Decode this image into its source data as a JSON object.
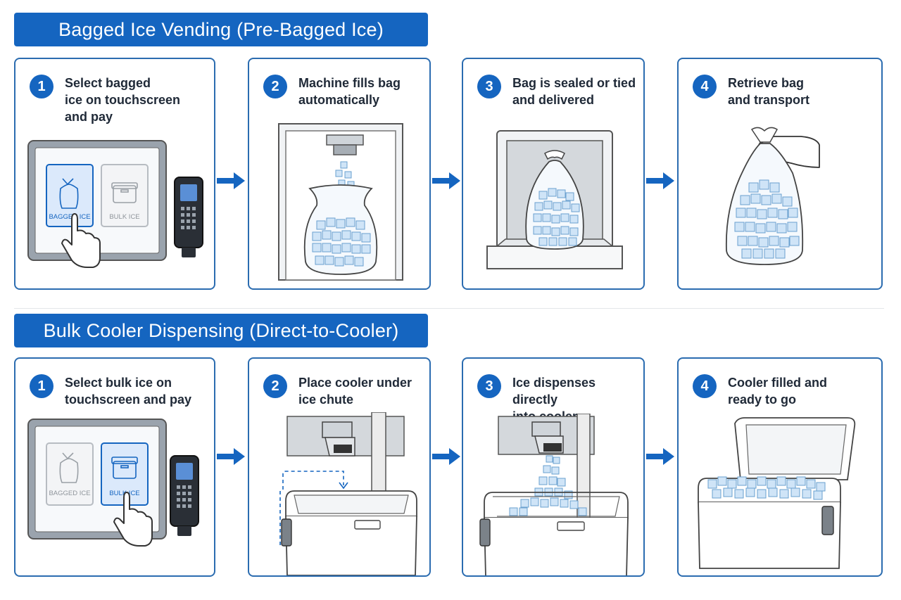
{
  "sections": {
    "bagged": {
      "title": "Bagged Ice Vending (Pre-Bagged Ice)",
      "steps": [
        {
          "num": "1",
          "text": "Select bagged\nice on touchscreen\nand pay"
        },
        {
          "num": "2",
          "text": "Machine fills bag\nautomatically"
        },
        {
          "num": "3",
          "text": "Bag is sealed or tied\nand delivered"
        },
        {
          "num": "4",
          "text": "Retrieve bag\nand transport"
        }
      ],
      "screen": {
        "bagged_label": "BAGGED ICE",
        "bulk_label": "BULK ICE",
        "selected": "BAGGED ICE"
      }
    },
    "bulk": {
      "title": "Bulk Cooler Dispensing (Direct-to-Cooler)",
      "steps": [
        {
          "num": "1",
          "text": "Select bulk ice on\ntouchscreen and pay"
        },
        {
          "num": "2",
          "text": "Place cooler under\nice chute"
        },
        {
          "num": "3",
          "text": "Ice dispenses directly\ninto cooler"
        },
        {
          "num": "4",
          "text": "Cooler filled and\nready to go"
        }
      ],
      "screen": {
        "bagged_label": "BAGGED ICE",
        "bulk_label": "BULK ICE",
        "selected": "BULK ICE"
      }
    }
  },
  "colors": {
    "accent": "#1565c0",
    "panel_border": "#2b6cb0",
    "ice": "#cfe4f7",
    "ice_stroke": "#6aa0cf"
  },
  "icons": [
    "hand-pointer-icon",
    "payment-terminal-icon",
    "ice-bag-icon",
    "cooler-icon",
    "arrow-right-icon"
  ]
}
